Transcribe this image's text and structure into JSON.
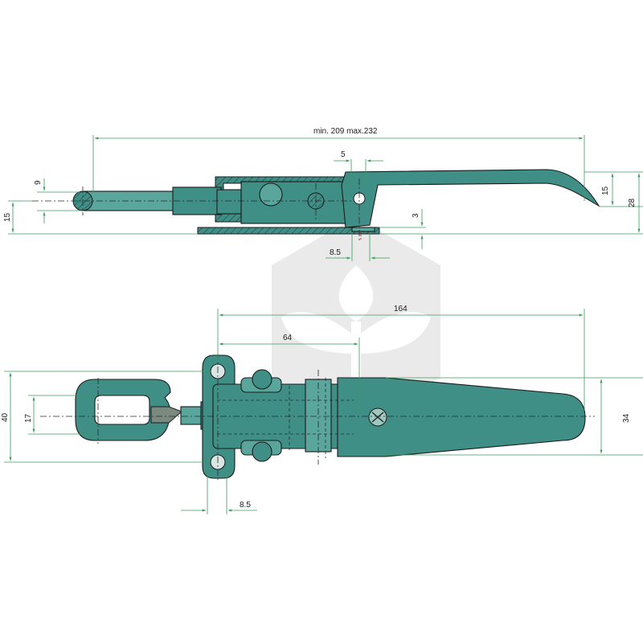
{
  "dimensions": {
    "overall_length": "min. 209 max.232",
    "pin_diameter": "9",
    "pin_height": "15",
    "gap": "5",
    "handle_rise": "15",
    "total_height": "28",
    "base_step": "3",
    "hole_offset_side": "8.5",
    "handle_length": "164",
    "pivot_distance": "64",
    "plate_height": "40",
    "eye_height": "17",
    "handle_width": "34",
    "hole_offset_plan": "8.5"
  },
  "colors": {
    "part": "#3f8f87",
    "part_light": "#5aa59c",
    "dimension_line": "#3a9a5a",
    "watermark": "#d9d9d9"
  },
  "icons": {
    "watermark": "plant-logo-icon"
  }
}
